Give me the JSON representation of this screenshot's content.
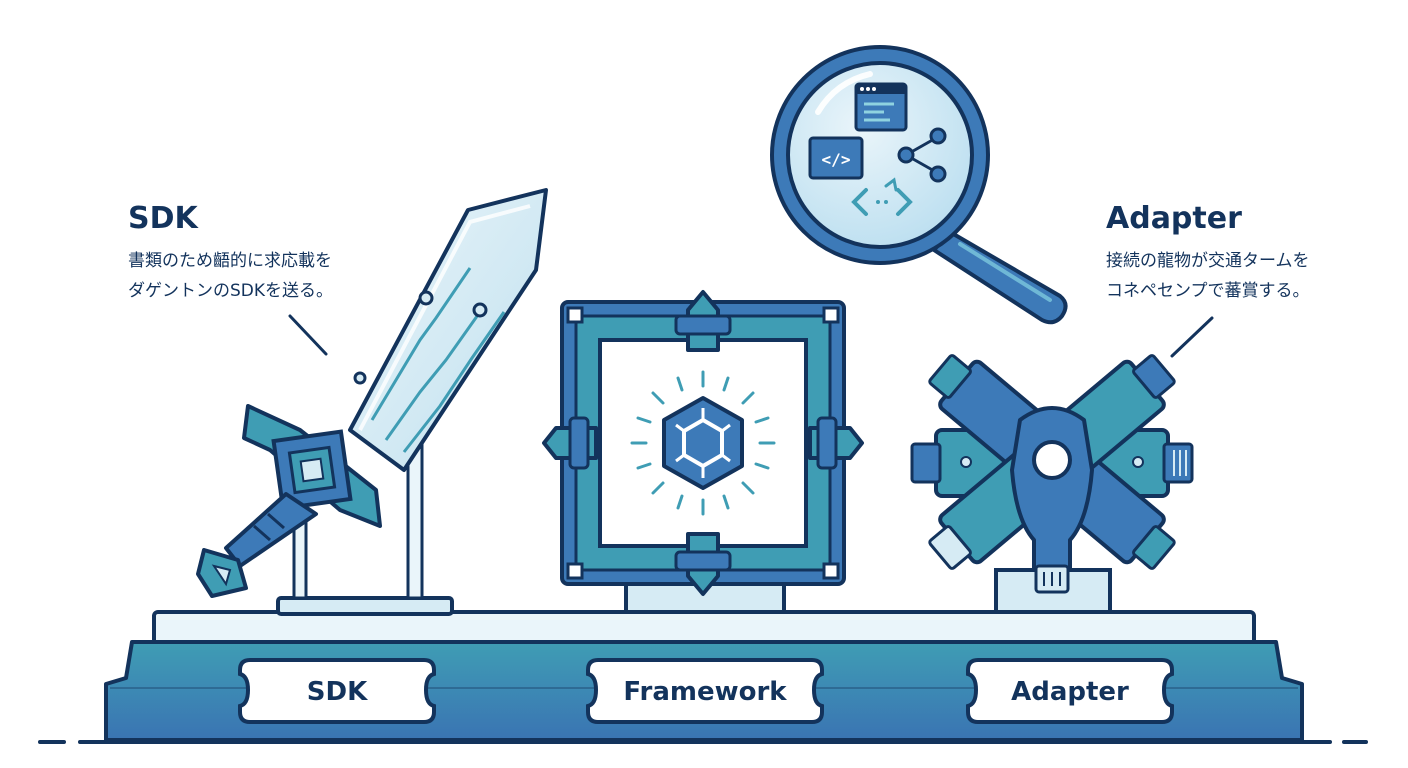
{
  "sdk": {
    "title": "SDK",
    "desc_line1": "書類のため齬的に求応載を",
    "desc_line2": "ダゲントンのSDKを送る。",
    "plaque": "SDK"
  },
  "framework": {
    "plaque": "Framework"
  },
  "adapter": {
    "title": "Adapter",
    "desc_line1": "接続の龍物が交通タームを",
    "desc_line2": "コネペセンプで蕃賞する。",
    "plaque": "Adapter"
  },
  "colors": {
    "outline": "#13335c",
    "base_blue": "#3d7ab8",
    "teal": "#3f9db4",
    "light": "#d6ebf4",
    "pale": "#eaf5fa"
  },
  "icons": [
    "sword-icon",
    "magnifier-icon",
    "framework-frame-icon",
    "hexagon-core-icon",
    "adapter-connector-icon"
  ]
}
